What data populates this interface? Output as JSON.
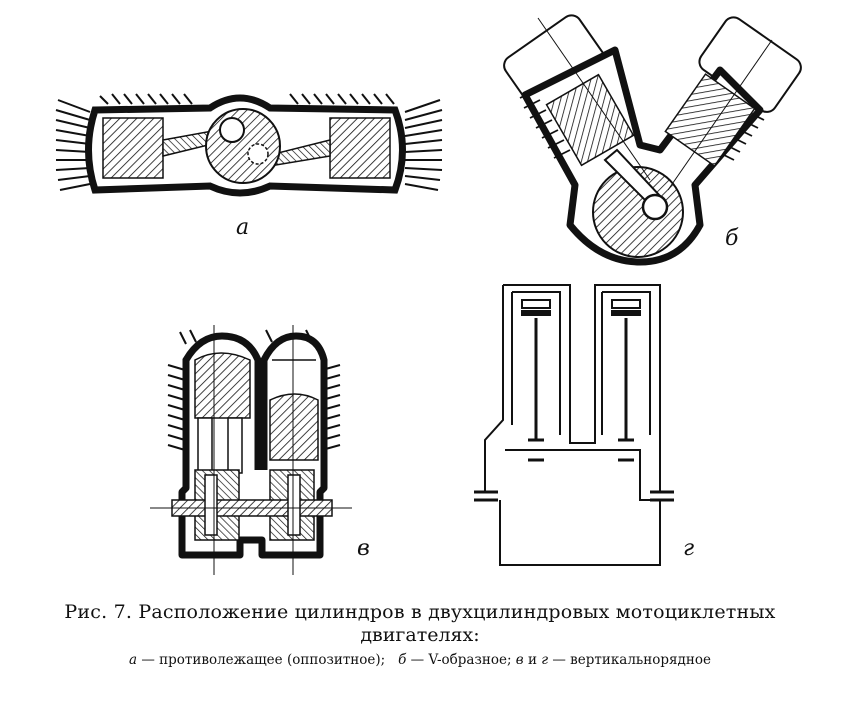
{
  "figures": {
    "a": {
      "letter": "а"
    },
    "b": {
      "letter": "б"
    },
    "v": {
      "letter": "в"
    },
    "g": {
      "letter": "г"
    }
  },
  "caption": {
    "line1": "Рис. 7. Расположение цилиндров в двухцилиндровых мотоциклетных",
    "line2": "двигателях:",
    "legend": [
      {
        "letter": "а",
        "text": "— противолежащее (оппозитное);"
      },
      {
        "letter": "б",
        "text": "— V-образное;"
      },
      {
        "letter": "в",
        "mid": "и",
        "letter2": "г",
        "text": "— вертикальнорядное"
      }
    ]
  }
}
